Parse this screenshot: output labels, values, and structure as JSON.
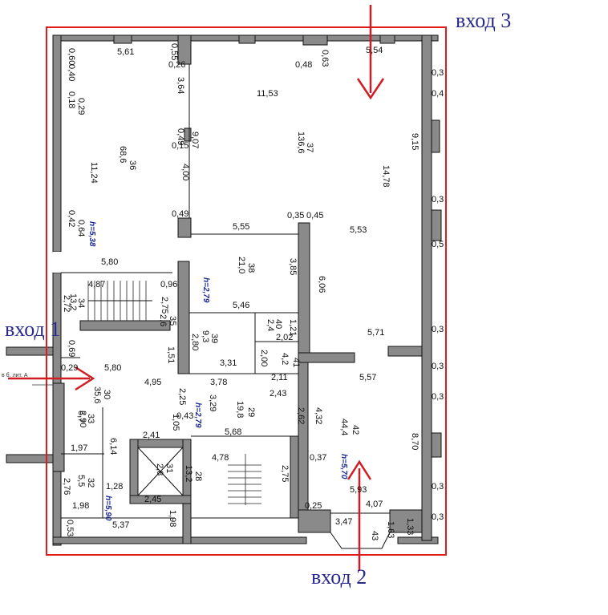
{
  "entrances": [
    {
      "id": "entrance-1",
      "label": "вход 1"
    },
    {
      "id": "entrance-2",
      "label": "вход 2"
    },
    {
      "id": "entrance-3",
      "label": "вход 3"
    }
  ],
  "colors": {
    "boundary": "#e11a1a",
    "arrow": "#d11c24",
    "wall": "#8a8a8a",
    "heights": "#1a2a9a",
    "entrance_text": "#2a2a8c"
  },
  "rooms": [
    {
      "no": "36",
      "area": "68,6"
    },
    {
      "no": "37",
      "area": "136,6"
    },
    {
      "no": "38",
      "area": "21,0"
    },
    {
      "no": "39",
      "area": "9,3"
    },
    {
      "no": "40",
      "area": "2,4"
    },
    {
      "no": "41",
      "area": "4,2"
    },
    {
      "no": "42",
      "area": "44,4"
    },
    {
      "no": "43",
      "area": ""
    },
    {
      "no": "34",
      "area": "13,2"
    },
    {
      "no": "35",
      "area": "2,6"
    },
    {
      "no": "30",
      "area": "35,6"
    },
    {
      "no": "29",
      "area": "19,8"
    },
    {
      "no": "33",
      "area": "5,7"
    },
    {
      "no": "32",
      "area": "5,5"
    },
    {
      "no": "31",
      "area": "2,8"
    },
    {
      "no": "28",
      "area": "13,2"
    }
  ],
  "heights": [
    "h=5,38",
    "h=2,79",
    "h=2,79",
    "h=5,70",
    "h=5,90"
  ],
  "dims": [
    "5,61",
    "0,60",
    "0,40",
    "0,18",
    "0,29",
    "0,55",
    "0,26",
    "3,64",
    "0,49",
    "0,15",
    "9,07",
    "4,00",
    "0,49",
    "11,53",
    "0,63",
    "0,48",
    "5,54",
    "0,3",
    "0,4",
    "9,15",
    "14,78",
    "11,24",
    "0,42",
    "0,64",
    "5,55",
    "0,35",
    "0,45",
    "5,53",
    "5,80",
    "4,87",
    "0,96",
    "2,75",
    "2,72",
    "3,85",
    "6,06",
    "5,46",
    "2,80",
    "1,21",
    "2,02",
    "5,71",
    "0,3",
    "1,51",
    "3,31",
    "2,00",
    "0,3",
    "5,80",
    "0,69",
    "0,29",
    "4,95",
    "3,78",
    "2,11",
    "2,43",
    "5,57",
    "2,25",
    "3,29",
    "2,62",
    "4,32",
    "2,90",
    "1,05",
    "0,43",
    "2,41",
    "5,68",
    "6,14",
    "1,97",
    "4,78",
    "2,75",
    "8,70",
    "0,37",
    "1,28",
    "2,76",
    "5,93",
    "0,3",
    "1,98",
    "2,45",
    "0,25",
    "4,07",
    "0,53",
    "5,37",
    "1,98",
    "3,47",
    "1,63",
    "1,33",
    "0,3",
    "0,3",
    "0,3",
    "0,5"
  ],
  "note": "в б. лит. А"
}
